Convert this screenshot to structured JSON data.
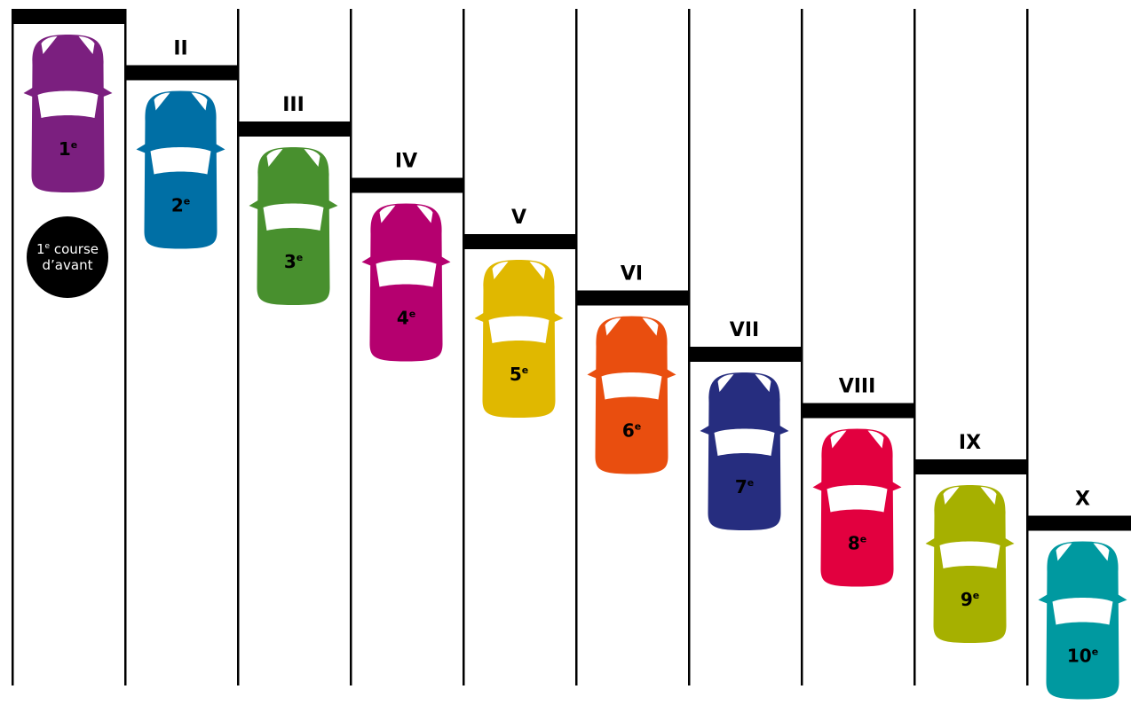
{
  "lanes": [
    {
      "roman": "",
      "car_label": "1",
      "car_sup": "e",
      "color": "#7b1f7f"
    },
    {
      "roman": "II",
      "car_label": "2",
      "car_sup": "e",
      "color": "#006fa5"
    },
    {
      "roman": "III",
      "car_label": "3",
      "car_sup": "e",
      "color": "#48902e"
    },
    {
      "roman": "IV",
      "car_label": "4",
      "car_sup": "e",
      "color": "#b5006f"
    },
    {
      "roman": "V",
      "car_label": "5",
      "car_sup": "e",
      "color": "#e0b800"
    },
    {
      "roman": "VI",
      "car_label": "6",
      "car_sup": "e",
      "color": "#e94e0f"
    },
    {
      "roman": "VII",
      "car_label": "7",
      "car_sup": "e",
      "color": "#262d7f"
    },
    {
      "roman": "VIII",
      "car_label": "8",
      "car_sup": "e",
      "color": "#e2003f"
    },
    {
      "roman": "IX",
      "car_label": "9",
      "car_sup": "e",
      "color": "#a6b000"
    },
    {
      "roman": "X",
      "car_label": "10",
      "car_sup": "e",
      "color": "#0099a0"
    }
  ],
  "badge": {
    "line1_main": "1",
    "line1_sup": "e",
    "line1_rest": " course",
    "line2": "d’avant"
  },
  "colors": {
    "line": "#000000",
    "badge_bg": "#000000",
    "badge_text": "#ffffff",
    "window": "#ffffff",
    "label_text": "#000000"
  }
}
